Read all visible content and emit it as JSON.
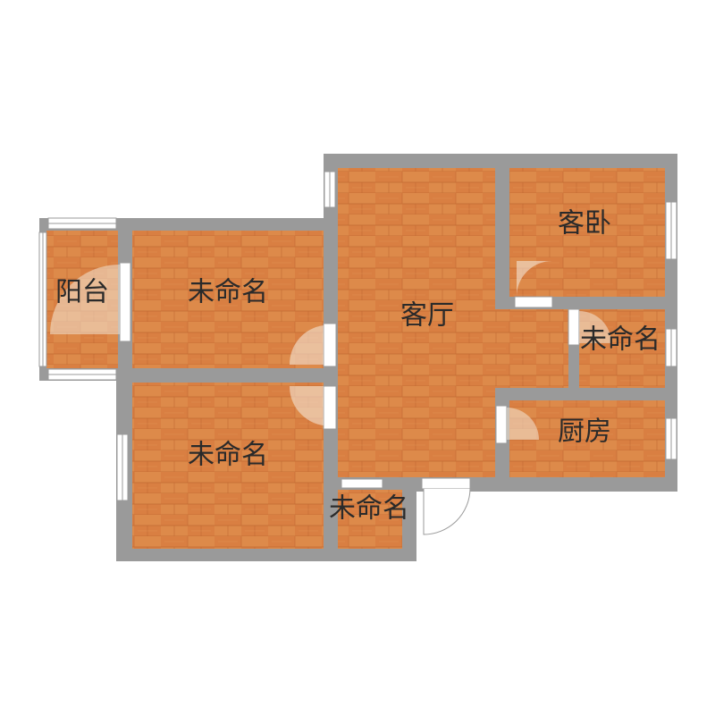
{
  "colors": {
    "wall": "#9a9a9a",
    "floor": "#dd8a4a",
    "plank_dark": "#c8703a",
    "plank_light": "#e89a5a",
    "window": "#ffffff",
    "door_arc": "#f2f2f2",
    "label": "#2a2a2a"
  },
  "rooms": [
    {
      "id": "balcony",
      "label": "阳台"
    },
    {
      "id": "bedroom-1",
      "label": "未命名"
    },
    {
      "id": "living",
      "label": "客厅"
    },
    {
      "id": "guest-bedroom",
      "label": "客卧"
    },
    {
      "id": "small-room",
      "label": "未命名"
    },
    {
      "id": "kitchen",
      "label": "厨房"
    },
    {
      "id": "bedroom-2",
      "label": "未命名"
    },
    {
      "id": "entry-room",
      "label": "未命名"
    }
  ]
}
